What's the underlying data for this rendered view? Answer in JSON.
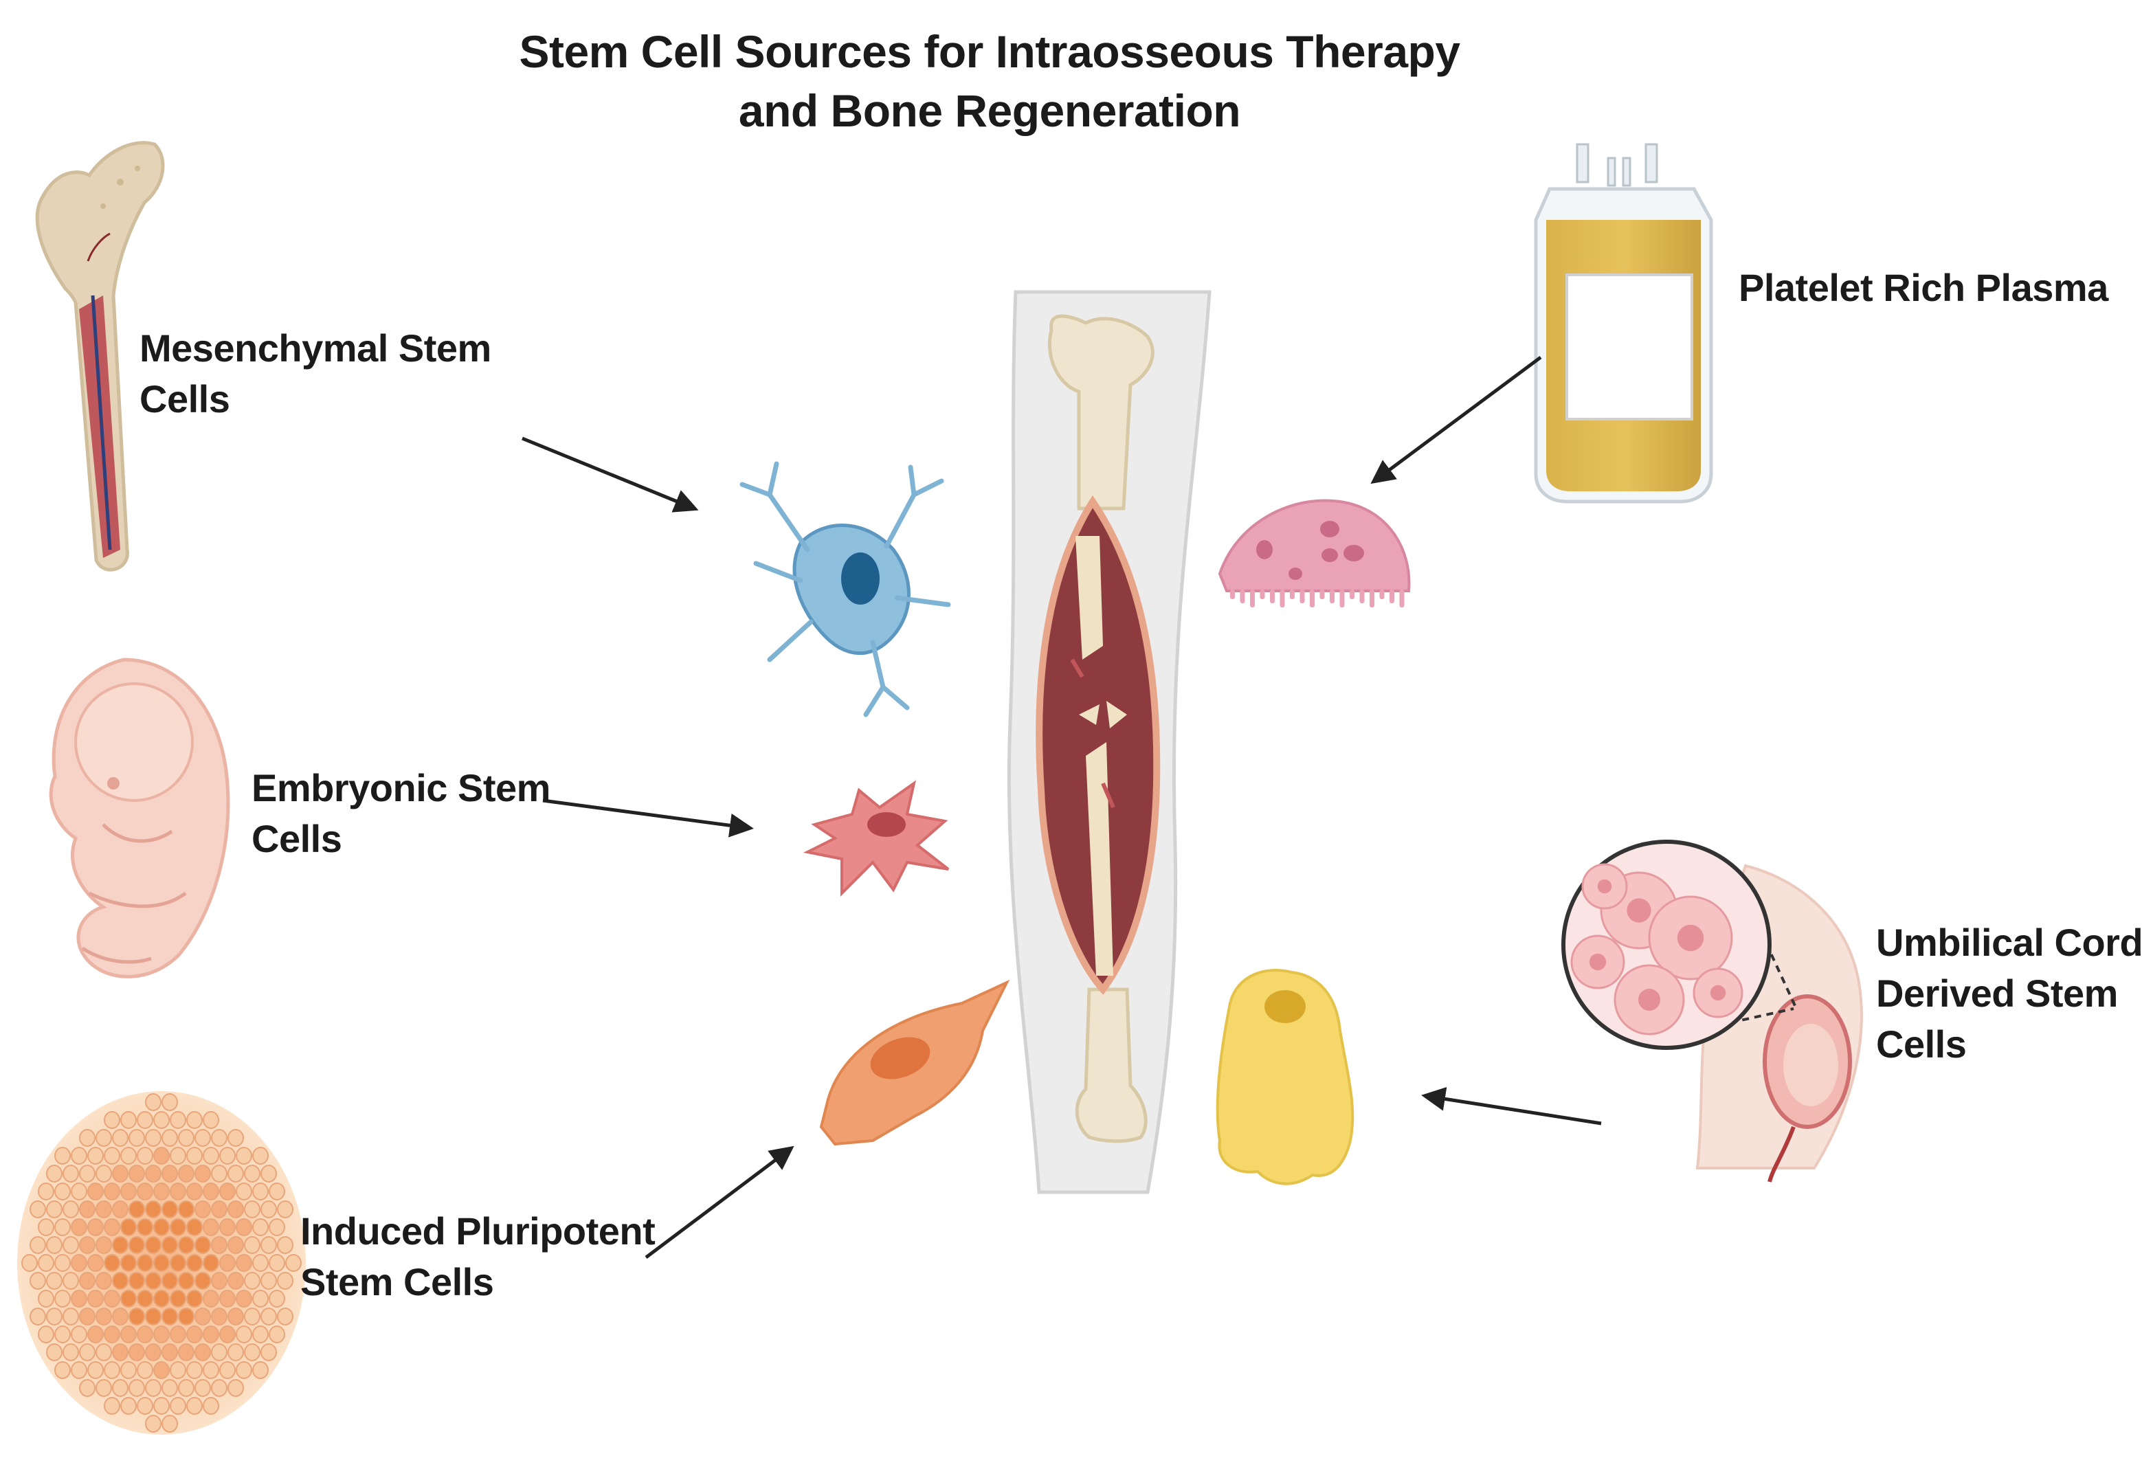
{
  "title": {
    "line1": "Stem Cell Sources for Intraosseous Therapy",
    "line2": "and Bone Regeneration"
  },
  "sources": {
    "mesenchymal": {
      "line1": "Mesenchymal Stem",
      "line2": "Cells",
      "icon": "femur-marrow-icon"
    },
    "embryonic": {
      "line1": "Embryonic Stem",
      "line2": "Cells",
      "icon": "embryo-icon"
    },
    "ipsc": {
      "line1": "Induced Pluripotent",
      "line2": "Stem Cells",
      "icon": "cell-cluster-icon"
    },
    "prp": {
      "line1": "Platelet Rich Plasma",
      "icon": "blood-bag-icon"
    },
    "umbilical": {
      "line1": "Umbilical Cord-",
      "line2": "Derived Stem",
      "line3": "Cells",
      "icon": "pregnancy-icon"
    }
  },
  "colors": {
    "msc_cell": "#7fb3d3",
    "esc_cell": "#e88a8a",
    "ipsc_cell": "#f0a070",
    "prp_cell": "#eaa2b7",
    "ucsc_cell": "#f5d76a",
    "bone": "#efe5cf",
    "leg": "#ededed",
    "arrow": "#222222"
  }
}
